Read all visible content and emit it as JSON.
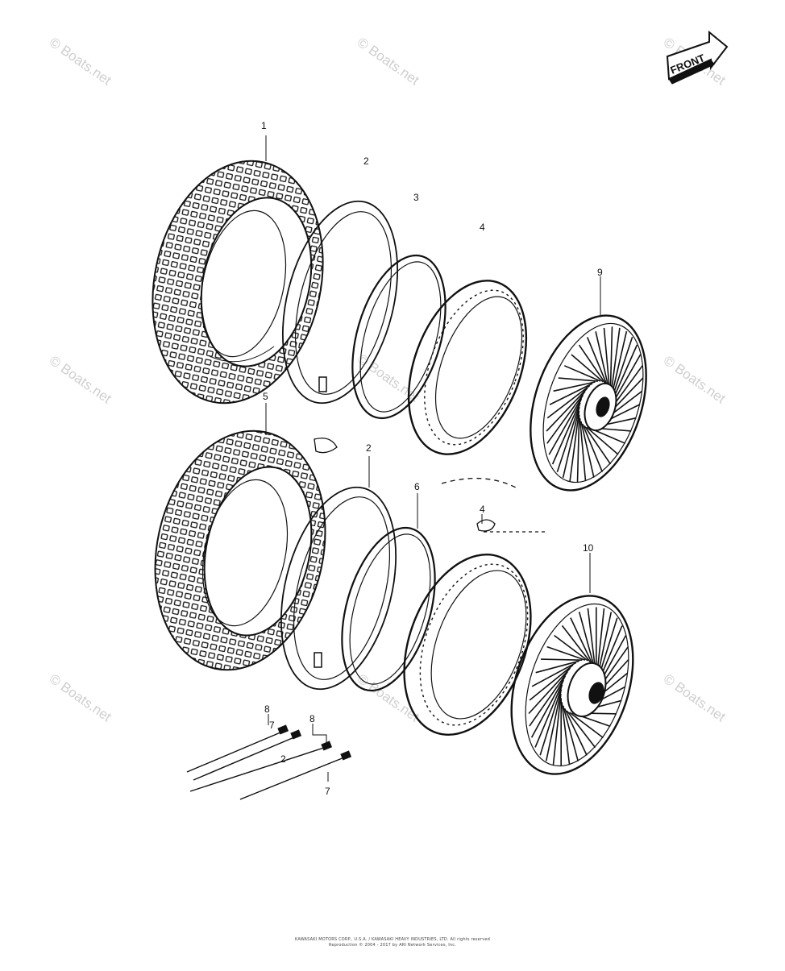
{
  "front_badge": {
    "label": "FRONT"
  },
  "watermark": {
    "text": "© Boats.net"
  },
  "callouts": [
    "1",
    "2",
    "3",
    "4",
    "9",
    "5",
    "2",
    "6",
    "4",
    "10",
    "8",
    "7",
    "8",
    "2",
    "7"
  ],
  "footer": {
    "line1": "KAWASAKI MOTORS CORP., U.S.A. / KAWASAKI HEAVY INDUSTRIES, LTD. All rights reserved",
    "line2": "Reproduction © 2004 - 2017 by ARI Network Services, Inc."
  },
  "colors": {
    "ink": "#111111",
    "watermark": "#cfcfcf",
    "paper": "#ffffff"
  },
  "icons": [
    "front-arrow-icon"
  ]
}
